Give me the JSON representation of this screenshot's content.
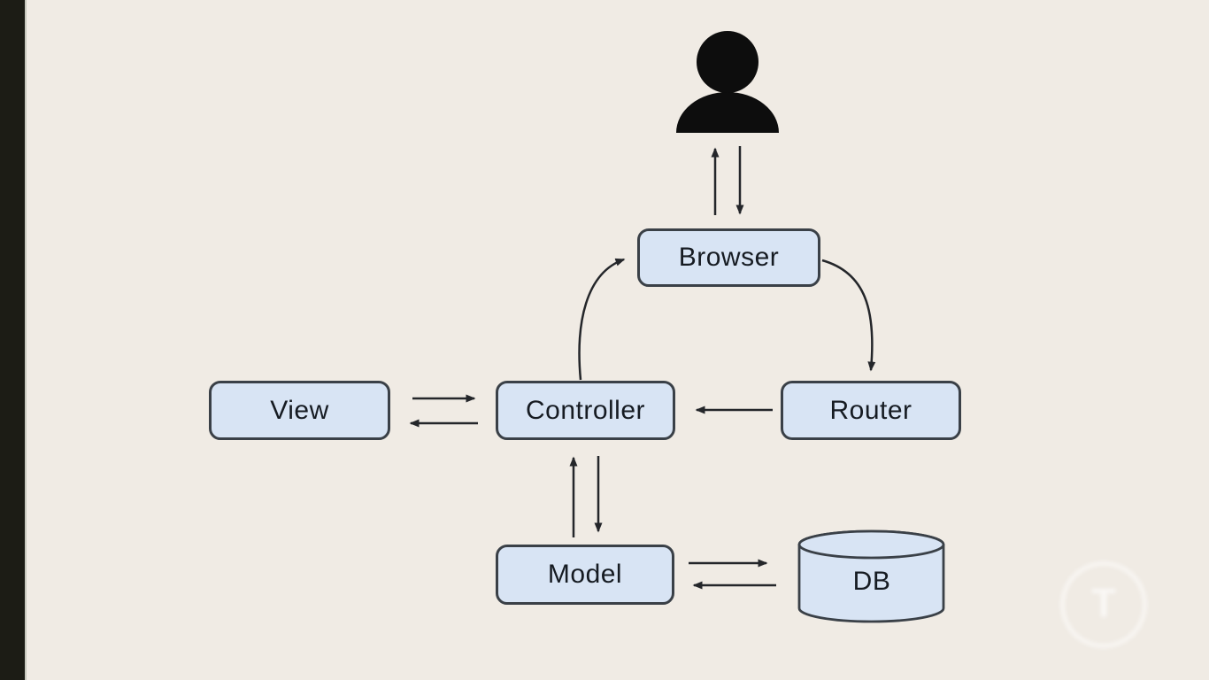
{
  "diagram": {
    "title": "MVC request flow diagram",
    "actor": {
      "icon": "user-silhouette",
      "color": "#0d0d0d"
    },
    "nodes": {
      "browser": {
        "label": "Browser",
        "shape": "rounded-rect"
      },
      "view": {
        "label": "View",
        "shape": "rounded-rect"
      },
      "controller": {
        "label": "Controller",
        "shape": "rounded-rect"
      },
      "router": {
        "label": "Router",
        "shape": "rounded-rect"
      },
      "model": {
        "label": "Model",
        "shape": "rounded-rect"
      },
      "db": {
        "label": "DB",
        "shape": "cylinder"
      }
    },
    "edges": [
      {
        "from": "browser",
        "to": "user",
        "style": "straight-up"
      },
      {
        "from": "user",
        "to": "browser",
        "style": "straight-down"
      },
      {
        "from": "controller",
        "to": "browser",
        "style": "curved"
      },
      {
        "from": "browser",
        "to": "router",
        "style": "curved"
      },
      {
        "from": "router",
        "to": "controller",
        "style": "straight-left"
      },
      {
        "from": "view",
        "to": "controller",
        "style": "straight-right"
      },
      {
        "from": "controller",
        "to": "view",
        "style": "straight-left"
      },
      {
        "from": "model",
        "to": "controller",
        "style": "straight-up"
      },
      {
        "from": "controller",
        "to": "model",
        "style": "straight-down"
      },
      {
        "from": "model",
        "to": "db",
        "style": "straight-right"
      },
      {
        "from": "db",
        "to": "model",
        "style": "straight-left"
      }
    ]
  },
  "colors": {
    "background": "#f0ebe4",
    "letterbox_bar": "#1c1c15",
    "node_fill": "#d8e4f4",
    "node_border": "#3a4047",
    "arrow": "#24262a",
    "text": "#161b22",
    "watermark": "#ffffff"
  },
  "watermark": {
    "letter": "T"
  }
}
